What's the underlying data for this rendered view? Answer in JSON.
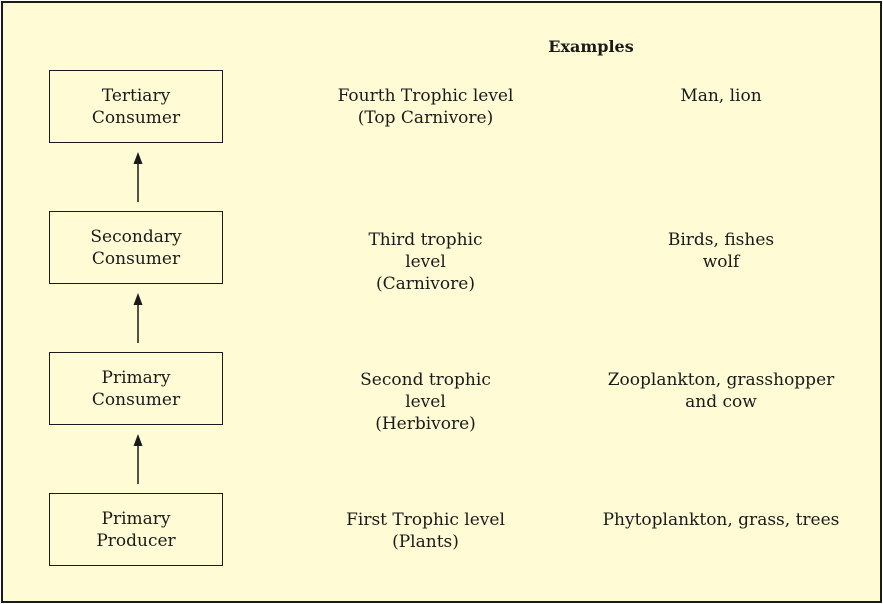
{
  "header": {
    "examples_label": "Examples"
  },
  "levels": [
    {
      "box": [
        "Tertiary",
        "Consumer"
      ],
      "trophic": [
        "Fourth Trophic level",
        "(Top Carnivore)"
      ],
      "examples": [
        "Man, lion"
      ]
    },
    {
      "box": [
        "Secondary",
        "Consumer"
      ],
      "trophic": [
        "Third trophic",
        "level",
        "(Carnivore)"
      ],
      "examples": [
        "Birds, fishes",
        "wolf"
      ]
    },
    {
      "box": [
        "Primary",
        "Consumer"
      ],
      "trophic": [
        "Second trophic",
        "level",
        "(Herbivore)"
      ],
      "examples": [
        "Zooplankton, grasshopper",
        "and cow"
      ]
    },
    {
      "box": [
        "Primary",
        "Producer"
      ],
      "trophic": [
        "First Trophic level",
        "(Plants)"
      ],
      "examples": [
        "Phytoplankton, grass, trees"
      ]
    }
  ]
}
